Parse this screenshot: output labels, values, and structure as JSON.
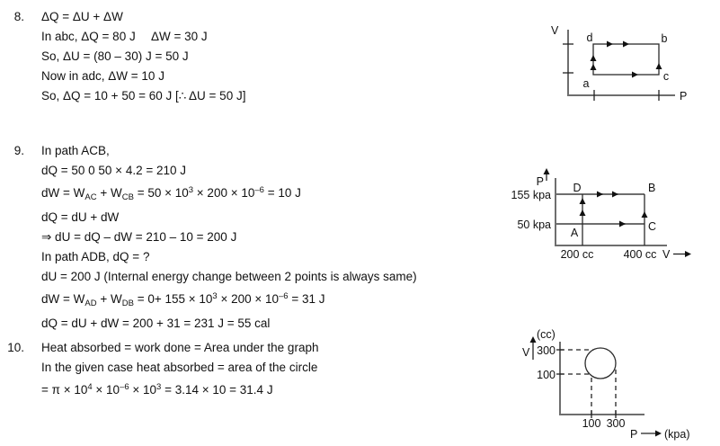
{
  "problems": [
    {
      "number": "8.",
      "lines": [
        "ΔQ = ΔU + ΔW",
        "In abc, ΔQ = 80 J  ΔW = 30 J",
        "So, ΔU = (80 – 30) J = 50 J",
        "Now in adc, ΔW = 10 J",
        "So, ΔQ = 10 + 50 = 60 J [∴ ΔU = 50 J]"
      ]
    },
    {
      "number": "9.",
      "lines": [
        "In path ACB,",
        "dQ = 50 0 50 × 4.2 = 210 J",
        "dW = W~AC~ + W~CB~ = 50 × 10^3^ × 200 × 10^–6^ = 10 J",
        "dQ = dU + dW",
        "⇒ dU = dQ – dW = 210 – 10 = 200 J",
        "In path ADB, dQ = ?",
        "dU = 200 J (Internal energy change between 2 points is always same)",
        "dW = W~AD~ + W~DB~ = 0+ 155 × 10^3^ × 200 × 10^–6^ = 31 J",
        "dQ = dU + dW = 200 + 31 = 231 J = 55 cal"
      ]
    },
    {
      "number": "10.",
      "lines": [
        "Heat absorbed = work done = Area under the graph",
        "In the given case heat absorbed = area of the circle",
        "= π × 10^4^ × 10^–6^ × 10^3^ = 3.14 × 10 = 31.4 J"
      ]
    }
  ],
  "diagrams": {
    "d8": {
      "y_axis_label": "V",
      "x_axis_label": "P",
      "points": {
        "a": "a",
        "b": "b",
        "c": "c",
        "d": "d"
      }
    },
    "d9": {
      "y_axis_label": "P",
      "x_axis_label": "V",
      "y_ticks": [
        "155 kpa",
        "50 kpa"
      ],
      "x_ticks": [
        "200 cc",
        "400 cc"
      ],
      "points": {
        "A": "A",
        "B": "B",
        "C": "C",
        "D": "D"
      },
      "point_coords": {
        "A": {
          "v_cc": 200,
          "p_kpa": 50
        },
        "B": {
          "v_cc": 400,
          "p_kpa": 155
        },
        "C": {
          "v_cc": 400,
          "p_kpa": 50
        },
        "D": {
          "v_cc": 200,
          "p_kpa": 155
        }
      }
    },
    "d10": {
      "y_axis_label": "V",
      "y_unit": "(cc)",
      "x_axis_label": "P",
      "x_unit": "(kpa)",
      "y_ticks": [
        "300",
        "100"
      ],
      "x_ticks": [
        "100",
        "300"
      ],
      "circle": {
        "center_p_kpa": 200,
        "center_v_cc": 200,
        "radius_p_kpa": 100,
        "radius_v_cc": 100
      }
    }
  },
  "colors": {
    "text": "#111111",
    "axis": "#6e6e6e",
    "line": "#2b2b2b"
  }
}
